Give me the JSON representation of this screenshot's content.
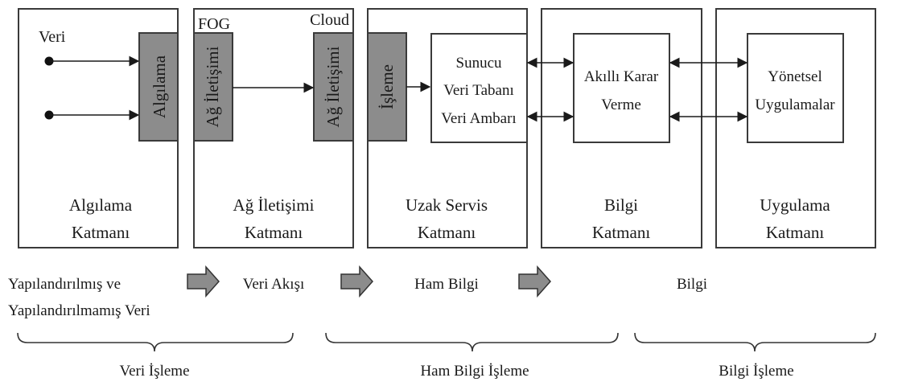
{
  "layers": [
    {
      "title_line1": "Algılama",
      "title_line2": "Katmanı"
    },
    {
      "title_line1": "Ağ İletişimi",
      "title_line2": "Katmanı"
    },
    {
      "title_line1": "Uzak Servis",
      "title_line2": "Katmanı"
    },
    {
      "title_line1": "Bilgi",
      "title_line2": "Katmanı"
    },
    {
      "title_line1": "Uygulama",
      "title_line2": "Katmanı"
    }
  ],
  "sensing": {
    "input_label": "Veri",
    "module_label": "Algılama"
  },
  "network": {
    "fog_label": "FOG",
    "cloud_label": "Cloud",
    "fog_module": "Ağ İletişimi",
    "cloud_module": "Ağ İletişimi"
  },
  "remote": {
    "processing_module": "İşleme",
    "server_lines": [
      "Sunucu",
      "Veri Tabanı",
      "Veri Ambarı"
    ]
  },
  "knowledge": {
    "module_lines": [
      "Akıllı Karar",
      "Verme"
    ]
  },
  "application": {
    "module_lines": [
      "Yönetsel",
      "Uygulamalar"
    ]
  },
  "flow": {
    "stage1_line1": "Yapılandırılmış ve",
    "stage1_line2": "Yapılandırılmamış Veri",
    "stage2": "Veri Akışı",
    "stage3": "Ham Bilgi",
    "stage4": "Bilgi"
  },
  "groups": [
    "Veri İşleme",
    "Ham Bilgi İşleme",
    "Bilgi İşleme"
  ],
  "colors": {
    "module_fill": "#8c8c8c",
    "border": "#3a3a3a"
  }
}
